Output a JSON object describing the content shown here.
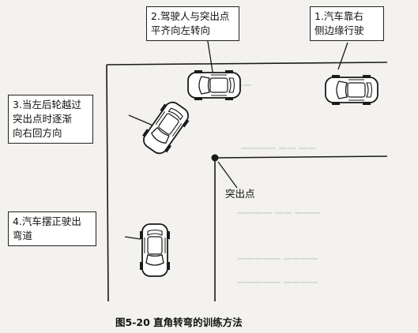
{
  "labels": {
    "step1": "1.汽车靠右\n侧边缘行驶",
    "step2": "2.驾驶人与突出点\n平齐向左转向",
    "step3": "3.当左后轮越过\n突出点时逐渐\n向右回方向",
    "step4": "4.汽车摆正驶出\n弯道",
    "protrusion_point": "突出点"
  },
  "caption": "图5-20   直角转弯的训练方法",
  "colors": {
    "ink": "#1a1a1a",
    "paper": "#f3f2ef",
    "car_body": "#ffffff"
  }
}
